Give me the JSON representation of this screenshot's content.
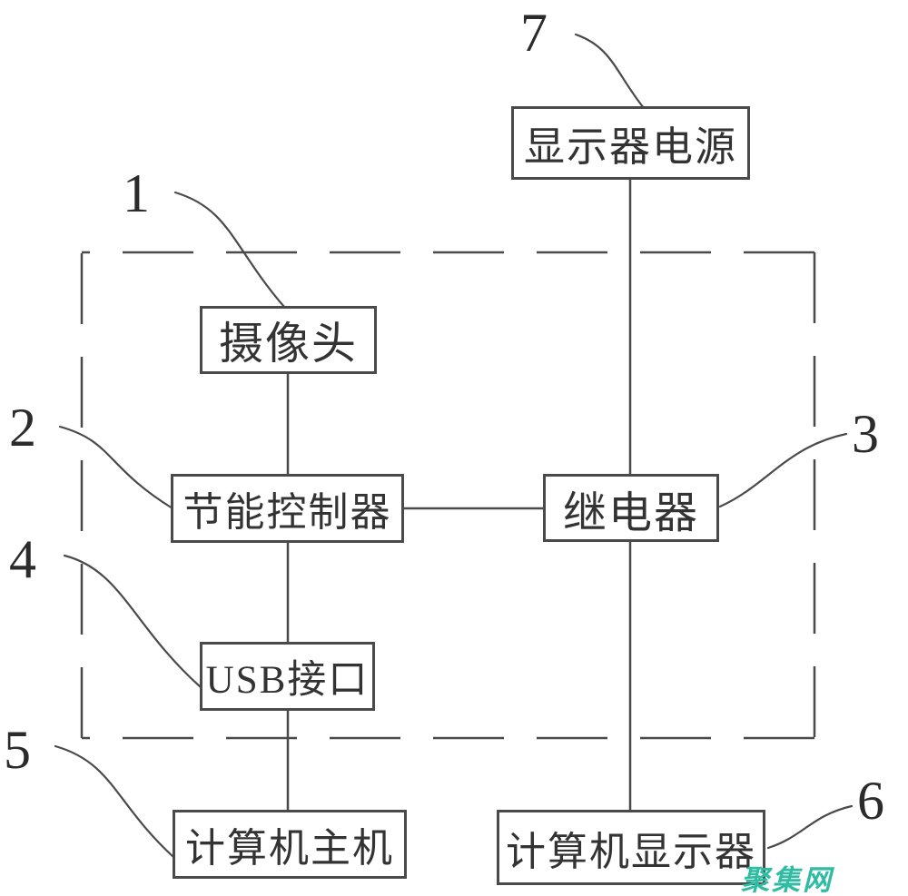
{
  "boxes": {
    "display_power": {
      "label": "显示器电源",
      "ref": "7"
    },
    "camera": {
      "label": "摄像头",
      "ref": "1"
    },
    "controller": {
      "label": "节能控制器",
      "ref": "2"
    },
    "relay": {
      "label": "继电器",
      "ref": "3"
    },
    "usb": {
      "label": "USB接口",
      "ref": "4"
    },
    "host": {
      "label": "计算机主机",
      "ref": "5"
    },
    "monitor": {
      "label": "计算机显示器",
      "ref": "6"
    }
  },
  "refs": {
    "r1": "1",
    "r2": "2",
    "r3": "3",
    "r4": "4",
    "r5": "5",
    "r6": "6",
    "r7": "7"
  },
  "connections": [
    {
      "from": "显示器电源",
      "to": "继电器"
    },
    {
      "from": "摄像头",
      "to": "节能控制器"
    },
    {
      "from": "节能控制器",
      "to": "继电器"
    },
    {
      "from": "节能控制器",
      "to": "USB接口"
    },
    {
      "from": "USB接口",
      "to": "计算机主机"
    },
    {
      "from": "继电器",
      "to": "计算机显示器"
    }
  ],
  "dashed_group": {
    "contains": [
      "摄像头",
      "节能控制器",
      "USB接口",
      "继电器"
    ]
  },
  "watermark": {
    "text": "聚集网",
    "color": "#2fbca3"
  },
  "colors": {
    "line": "#4a4a4a",
    "text": "#333333",
    "background": "#ffffff"
  }
}
